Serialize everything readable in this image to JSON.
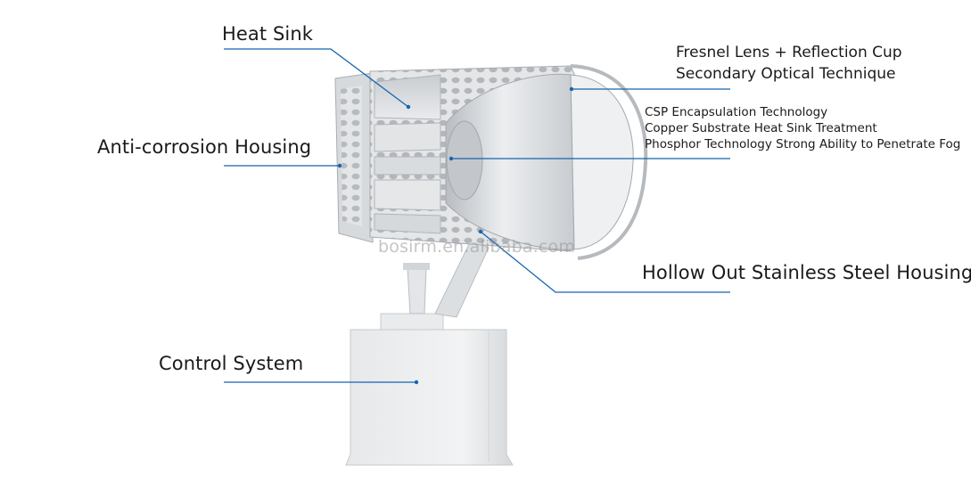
{
  "labels": {
    "heat_sink": "Heat Sink",
    "anti_corrosion": "Anti-corrosion Housing",
    "control_system": "Control System",
    "fresnel_line1": "Fresnel Lens + Reflection Cup",
    "fresnel_line2": "Secondary Optical Technique",
    "csp": "CSP Encapsulation Technology",
    "copper": "Copper Substrate Heat Sink Treatment",
    "phosphor": "Phosphor Technology Strong Ability to Penetrate Fog",
    "hollow": "Hollow Out Stainless Steel Housing"
  },
  "watermark": "bosirm.en.alibaba.com",
  "colors": {
    "leader": "#1565b0",
    "text": "#1a1a1a"
  }
}
